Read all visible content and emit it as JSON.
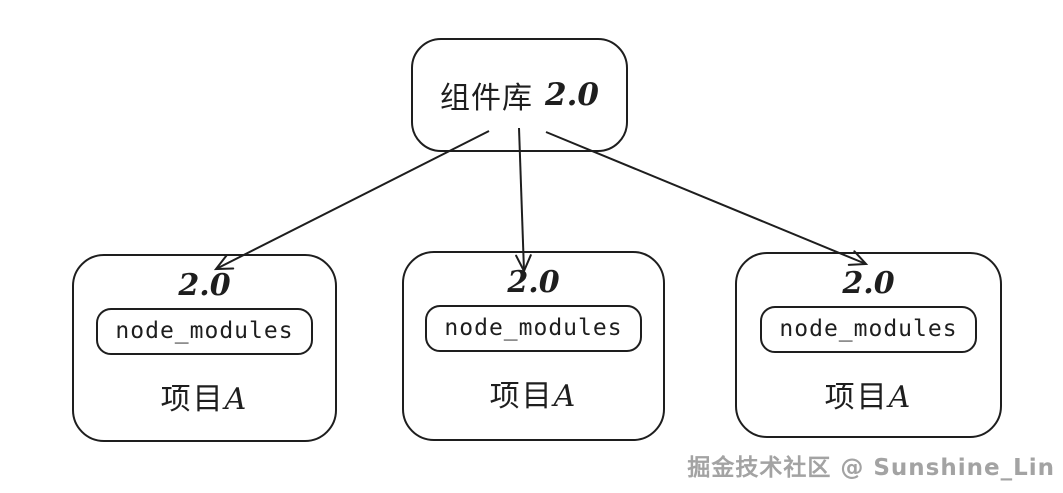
{
  "root_node": {
    "name": "组件库",
    "version": "2.0"
  },
  "projects": [
    {
      "version": "2.0",
      "package": "node_modules",
      "title": "项目",
      "title_suffix": "A"
    },
    {
      "version": "2.0",
      "package": "node_modules",
      "title": "项目",
      "title_suffix": "A"
    },
    {
      "version": "2.0",
      "package": "node_modules",
      "title": "项目",
      "title_suffix": "A"
    }
  ],
  "watermark": {
    "text": "掘金技术社区 @ Sunshine_Lin"
  },
  "colors": {
    "stroke": "#1e1e1e",
    "background": "#ffffff",
    "watermark": "#a3a3a3"
  }
}
